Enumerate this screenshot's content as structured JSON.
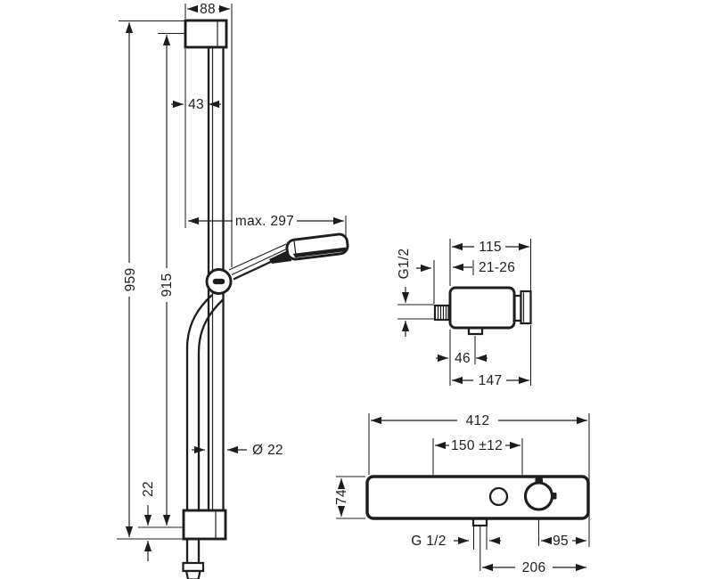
{
  "meta": {
    "background_color": "#ffffff",
    "line_color": "#1d1d1d",
    "description": "Technical dimension drawing of a shower set: wall bar with hand shower, concealed valve, and thermostat bar"
  },
  "drawings": {
    "rail": {
      "top_width": "88",
      "bracket_offset": "43",
      "reach": "max. 297",
      "total_height": "959",
      "bar_height": "915",
      "bottom_gap": "22",
      "diameter": "Ø 22"
    },
    "valve": {
      "width": "115",
      "wall_range": "21-26",
      "thread": "G1/2",
      "outlet_offset": "46",
      "total_width": "147"
    },
    "tablet": {
      "width": "412",
      "supply_distance": "150 ±12",
      "height": "74",
      "thread": "G 1/2",
      "knob_offset": "95",
      "outlet_offset": "206"
    }
  }
}
